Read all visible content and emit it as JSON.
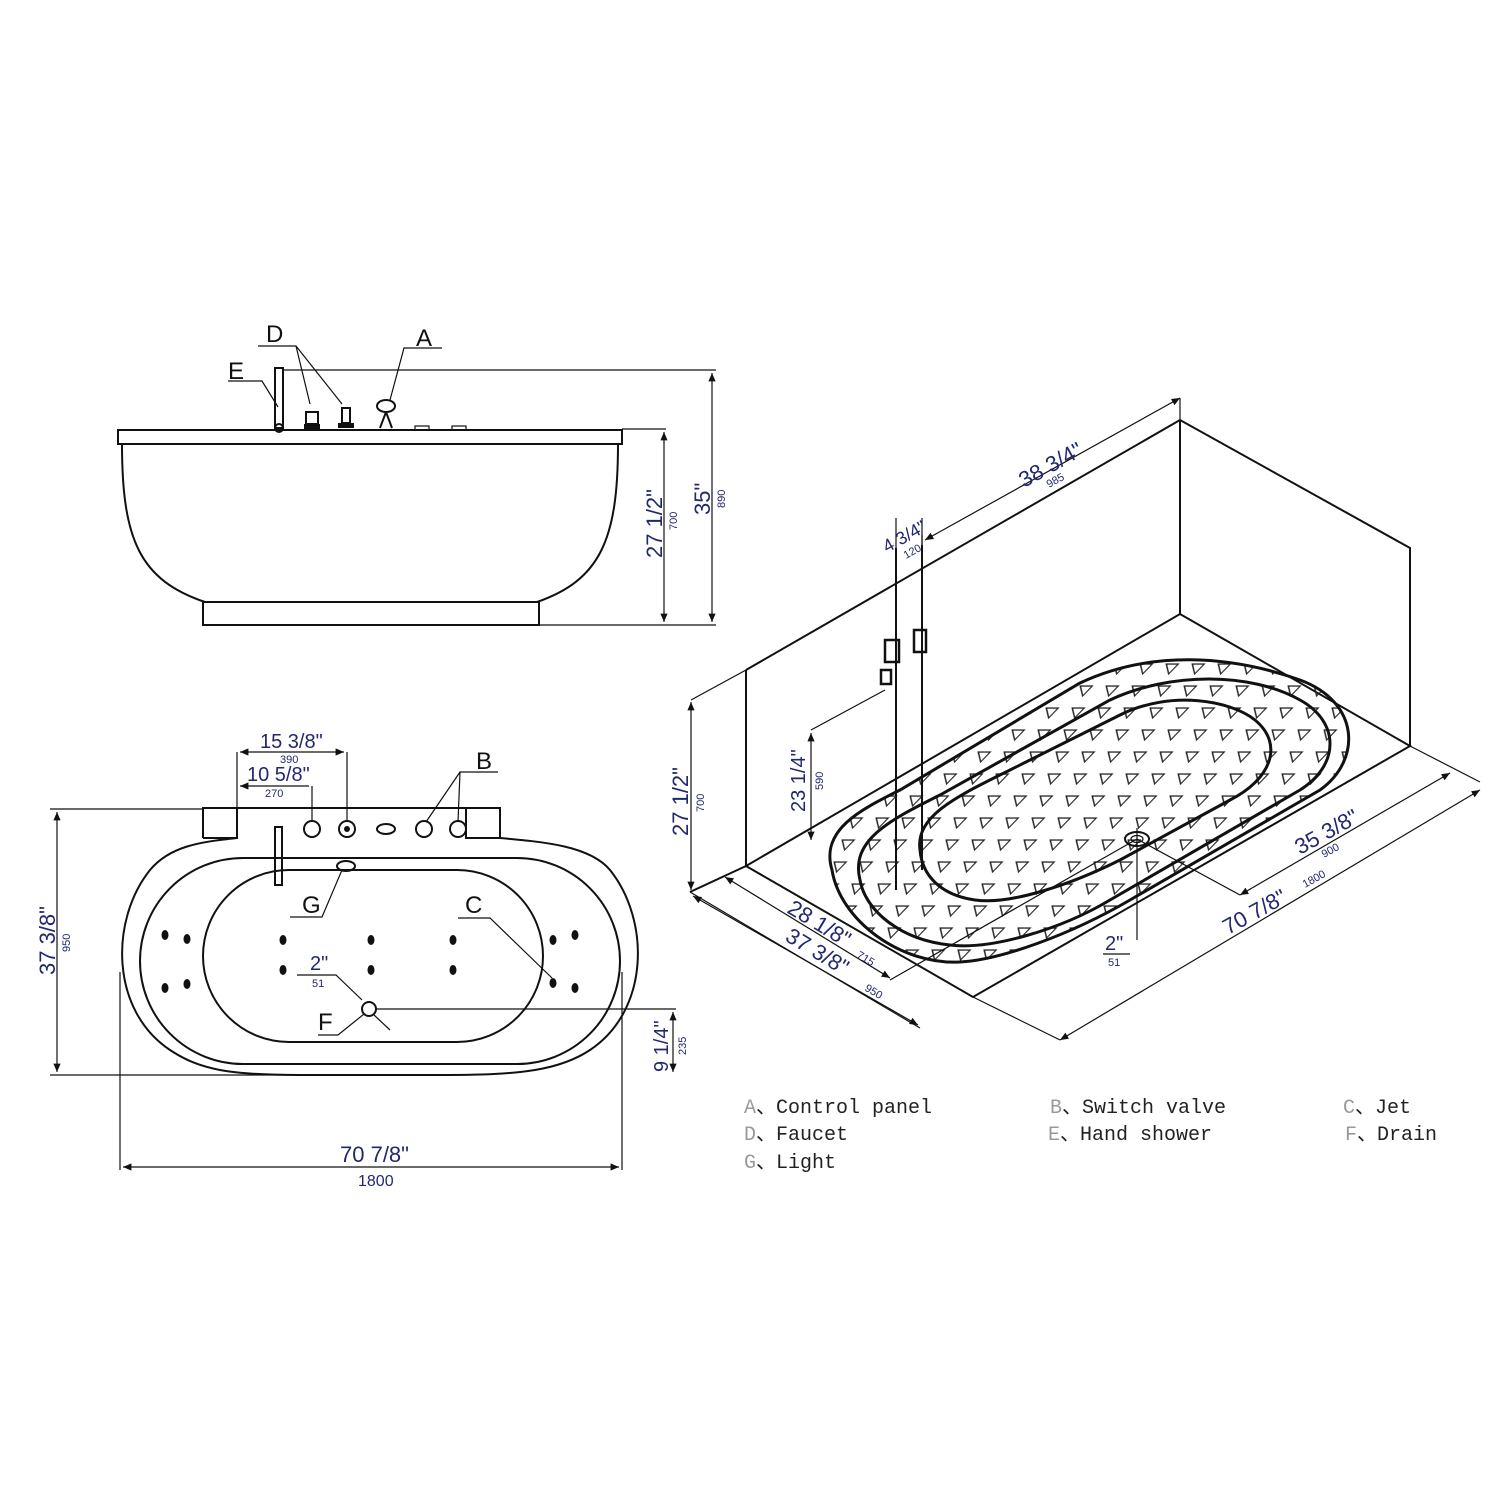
{
  "side_view": {
    "callouts": [
      {
        "id": "D",
        "label": "D"
      },
      {
        "id": "E",
        "label": "E"
      },
      {
        "id": "A",
        "label": "A"
      }
    ],
    "dimensions": {
      "rim_height": {
        "imperial": "27 1/2\"",
        "metric": "700"
      },
      "total_height": {
        "imperial": "35\"",
        "metric": "890"
      }
    }
  },
  "top_view": {
    "callouts": [
      {
        "id": "B",
        "label": "B"
      },
      {
        "id": "G",
        "label": "G"
      },
      {
        "id": "C",
        "label": "C"
      },
      {
        "id": "F",
        "label": "F"
      }
    ],
    "dimensions": {
      "faucet_offset_outer": {
        "imperial": "15 3/8\"",
        "metric": "390"
      },
      "faucet_offset_inner": {
        "imperial": "10 5/8\"",
        "metric": "270"
      },
      "width": {
        "imperial": "37 3/8\"",
        "metric": "950"
      },
      "length": {
        "imperial": "70 7/8\"",
        "metric": "1800"
      },
      "drain_diameter": {
        "imperial": "2\"",
        "metric": "51"
      },
      "drain_offset": {
        "imperial": "9 1/4\"",
        "metric": "235"
      }
    }
  },
  "iso_view": {
    "dimensions": {
      "wall_length": {
        "imperial": "38 3/4\"",
        "metric": "985"
      },
      "pipe_spacing": {
        "imperial": "4 3/4\"",
        "metric": "120"
      },
      "rim_height": {
        "imperial": "27 1/2\"",
        "metric": "700"
      },
      "valve_height": {
        "imperial": "23 1/4\"",
        "metric": "590"
      },
      "drain_center_length": {
        "imperial": "35 3/8\"",
        "metric": "900"
      },
      "length": {
        "imperial": "70 7/8\"",
        "metric": "1800"
      },
      "drain_center_width": {
        "imperial": "28 1/8\"",
        "metric": "715"
      },
      "width": {
        "imperial": "37 3/8\"",
        "metric": "950"
      },
      "drain_diameter": {
        "imperial": "2\"",
        "metric": "51"
      }
    }
  },
  "legend": {
    "items": [
      {
        "key": "A",
        "sep": "、",
        "label": "Control panel"
      },
      {
        "key": "B",
        "sep": "、",
        "label": "Switch valve"
      },
      {
        "key": "C",
        "sep": "、",
        "label": "Jet"
      },
      {
        "key": "D",
        "sep": "、",
        "label": "Faucet"
      },
      {
        "key": "E",
        "sep": "、",
        "label": "Hand shower"
      },
      {
        "key": "F",
        "sep": "、",
        "label": "Drain"
      },
      {
        "key": "G",
        "sep": "、",
        "label": "Light"
      }
    ]
  },
  "colors": {
    "dimension_text": "#22286e",
    "line": "#111111",
    "legend_key": "#999999",
    "background": "#ffffff"
  }
}
